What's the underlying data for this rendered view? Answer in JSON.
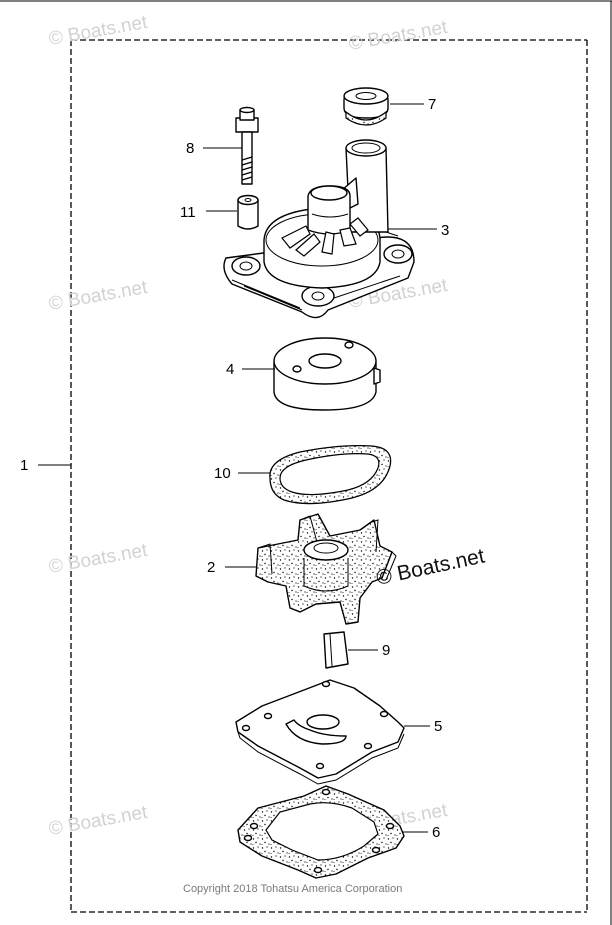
{
  "callouts": {
    "c1": "1",
    "c2": "2",
    "c3": "3",
    "c4": "4",
    "c5": "5",
    "c6": "6",
    "c7": "7",
    "c8": "8",
    "c9": "9",
    "c10": "10",
    "c11": "11"
  },
  "watermarks": {
    "light": "© Boats.net",
    "dark": "© Boats.net"
  },
  "copyright": "Copyright 2018 Tohatsu America Corporation"
}
